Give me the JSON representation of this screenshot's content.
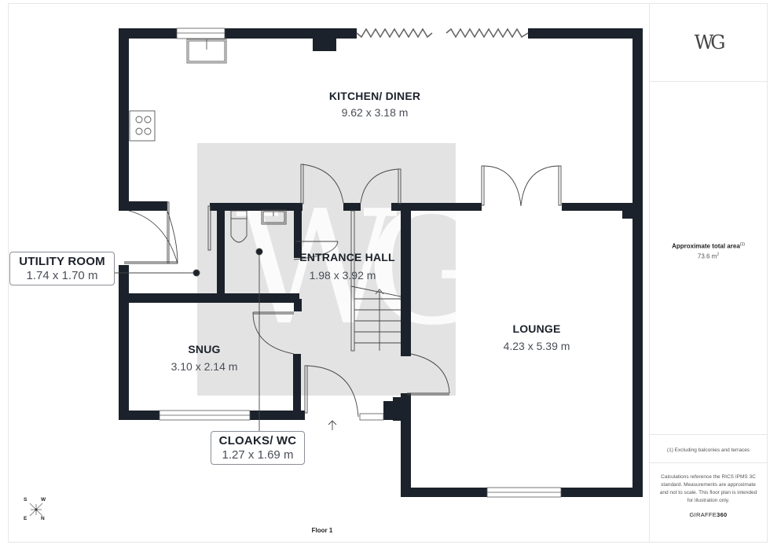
{
  "plan": {
    "floor_label": "Floor 1",
    "colors": {
      "wall": "#1c222b",
      "watermark_box": "#e3e3e3",
      "text_dark": "#1c222b",
      "text_dim": "#4a4f57"
    },
    "rooms": [
      {
        "name": "KITCHEN/ DINER",
        "dimensions": "9.62 x 3.18 m"
      },
      {
        "name": "ENTRANCE HALL",
        "dimensions": "1.98 x 3.92 m"
      },
      {
        "name": "LOUNGE",
        "dimensions": "4.23 x 5.39 m"
      },
      {
        "name": "SNUG",
        "dimensions": "3.10 x 2.14 m"
      }
    ],
    "callouts": [
      {
        "name": "UTILITY ROOM",
        "dimensions": "1.74 x 1.70 m"
      },
      {
        "name": "CLOAKS/ WC",
        "dimensions": "1.27 x 1.69 m"
      }
    ],
    "compass": {
      "s": "S",
      "w": "W",
      "e": "E",
      "n": "N"
    },
    "watermark": "WG"
  },
  "sidebar": {
    "logo": "WG",
    "area_title": "Approximate total area",
    "area_footnote_marker": "(1)",
    "area_value": "73.6 m",
    "area_unit_sup": "2",
    "footnote": "(1) Excluding balconies and terraces",
    "disclaimer": "Calculations reference the RICS IPMS 3C standard. Measurements are approximate and not to scale. This floor plan is intended for illustration only.",
    "brand_prefix": "GIRAFFE",
    "brand_suffix": "360"
  }
}
